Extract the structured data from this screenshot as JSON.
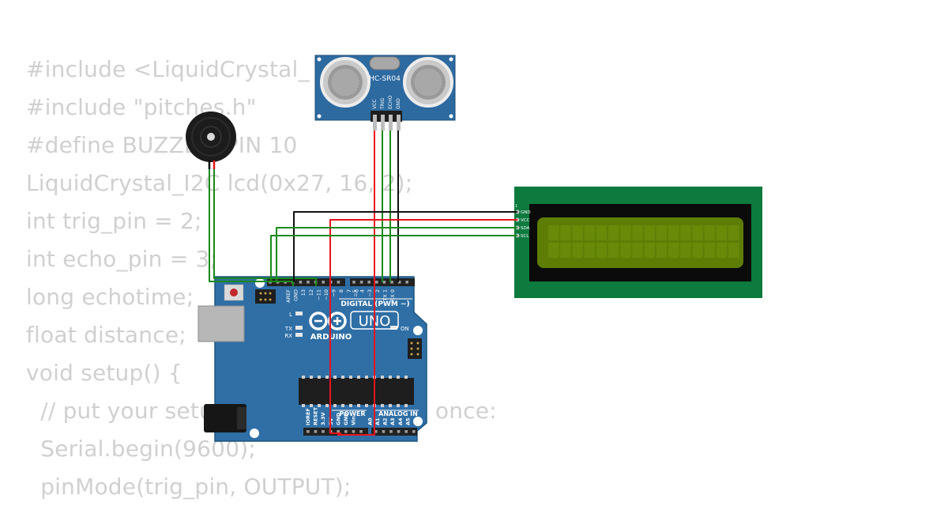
{
  "code_lines": [
    "#include <LiquidCrystal_",
    "#include \"pitches.h\"",
    "#define BUZZER_PIN 10",
    "LiquidCrystal_I2C lcd(0x27, 16, 2);",
    "int trig_pin = 2;",
    "int echo_pin = 3;",
    "long echotime;",
    "float distance;",
    "void setup() {",
    "  // put your setup code here, to run once:",
    "  Serial.begin(9600);",
    "  pinMode(trig_pin, OUTPUT);"
  ],
  "sensor": {
    "model": "HC-SR04",
    "pins": [
      "VCC",
      "TRIG",
      "ECHO",
      "GND"
    ]
  },
  "lcd": {
    "pin_index": "1",
    "pins": [
      "GND",
      "VCC",
      "SDA",
      "SCL"
    ]
  },
  "arduino": {
    "model": "UNO",
    "brand": "ARDUINO",
    "digital_header": "DIGITAL (PWM ~)",
    "power_header": "POWER",
    "analog_header": "ANALOG IN",
    "led_l": "L",
    "led_tx": "TX",
    "led_rx": "RX",
    "led_on": "ON",
    "top_pins": [
      "AREF",
      "GND",
      "13",
      "12",
      "~11",
      "~10",
      "~9",
      "8",
      "7",
      "~6",
      "~5",
      "4",
      "~3",
      "2",
      "TX 1",
      "RX 0"
    ],
    "bottom_pins": [
      "IOREF",
      "RESET",
      "3.3V",
      "5V",
      "GND",
      "GND",
      "Vin",
      "A0",
      "A1",
      "A2",
      "A3",
      "A4",
      "A5"
    ]
  },
  "colors": {
    "wire_red": "#e8141c",
    "wire_green": "#1a8a1a",
    "wire_black": "#111111",
    "board_blue": "#2f6fa6",
    "lcd_frame": "#0d7a3e",
    "lcd_screen": "#5e7d05",
    "code_text": "#d0d0d0"
  }
}
